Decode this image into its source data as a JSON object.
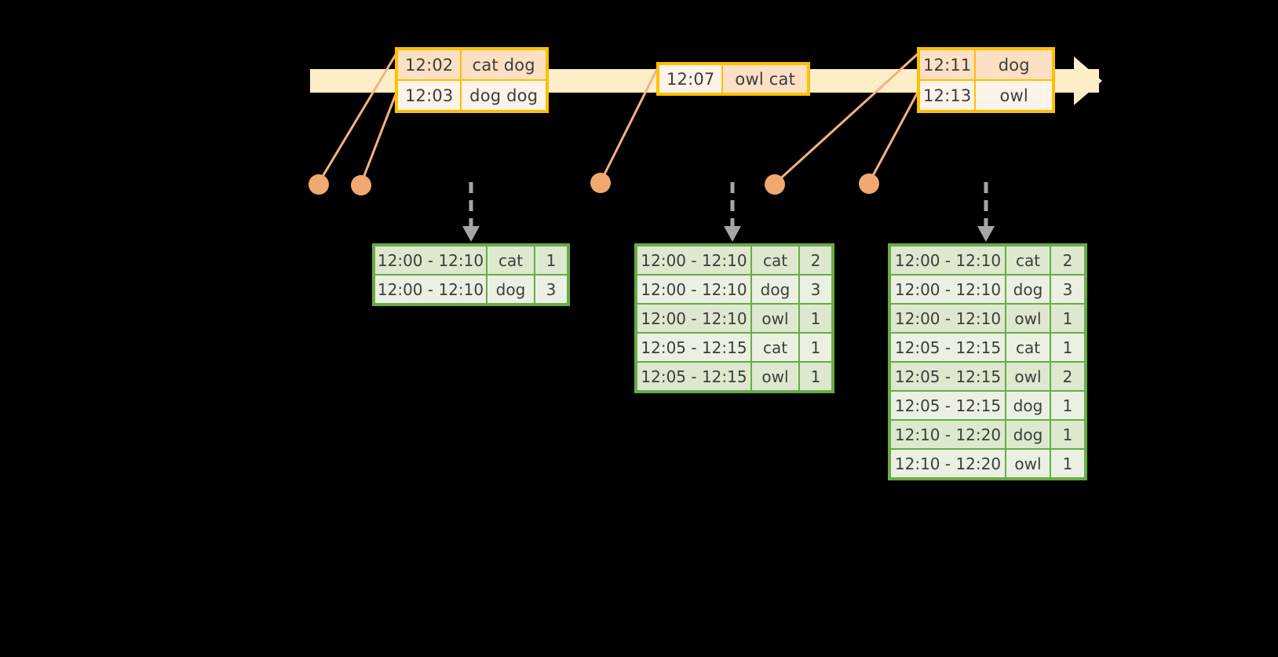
{
  "colors": {
    "background": "#000000",
    "timeline_bar": "#fdeec8",
    "event_border": "#ffc000",
    "event_fill": "#fbe0c3",
    "event_fill_light": "#fdf3e8",
    "connector": "#f5b183",
    "dot": "#f0a96e",
    "table_border": "#6aab46",
    "table_fill": "#dde8cf",
    "table_fill_alt": "#eaf1e3",
    "dashed_arrow": "#a6a6a6",
    "text": "#3d3d3d"
  },
  "timeline": {
    "name": "event-stream-timeline",
    "event_boxes": [
      {
        "id": "event-box-1",
        "rows": [
          {
            "time": "12:02",
            "words": "cat dog"
          },
          {
            "time": "12:03",
            "words": "dog dog"
          }
        ]
      },
      {
        "id": "event-box-2",
        "rows": [
          {
            "time": "12:07",
            "words": "owl cat"
          }
        ]
      },
      {
        "id": "event-box-3",
        "rows": [
          {
            "time": "12:11",
            "words": "dog"
          },
          {
            "time": "12:13",
            "words": "owl"
          }
        ]
      }
    ],
    "connector_dots": 5
  },
  "result_tables": [
    {
      "id": "result-table-1",
      "name": "result-table-after-1203",
      "rows": [
        {
          "range": "12:00 - 12:10",
          "word": "cat",
          "count": "1"
        },
        {
          "range": "12:00 - 12:10",
          "word": "dog",
          "count": "3"
        }
      ]
    },
    {
      "id": "result-table-2",
      "name": "result-table-after-1207",
      "rows": [
        {
          "range": "12:00 - 12:10",
          "word": "cat",
          "count": "2"
        },
        {
          "range": "12:00 - 12:10",
          "word": "dog",
          "count": "3"
        },
        {
          "range": "12:00 - 12:10",
          "word": "owl",
          "count": "1"
        },
        {
          "range": "12:05 - 12:15",
          "word": "cat",
          "count": "1"
        },
        {
          "range": "12:05 - 12:15",
          "word": "owl",
          "count": "1"
        }
      ]
    },
    {
      "id": "result-table-3",
      "name": "result-table-after-1213",
      "rows": [
        {
          "range": "12:00 - 12:10",
          "word": "cat",
          "count": "2"
        },
        {
          "range": "12:00 - 12:10",
          "word": "dog",
          "count": "3"
        },
        {
          "range": "12:00 - 12:10",
          "word": "owl",
          "count": "1"
        },
        {
          "range": "12:05 - 12:15",
          "word": "cat",
          "count": "1"
        },
        {
          "range": "12:05 - 12:15",
          "word": "owl",
          "count": "2"
        },
        {
          "range": "12:05 - 12:15",
          "word": "dog",
          "count": "1"
        },
        {
          "range": "12:10 - 12:20",
          "word": "dog",
          "count": "1"
        },
        {
          "range": "12:10 - 12:20",
          "word": "owl",
          "count": "1"
        }
      ]
    }
  ]
}
